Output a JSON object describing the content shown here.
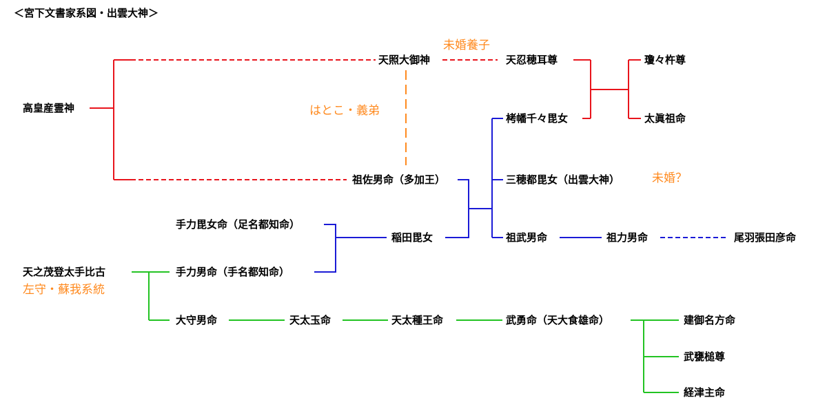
{
  "title": "＜宮下文書家系図・出雲大神＞",
  "nodes": {
    "takamimusuhi": "高皇産霊神",
    "amaterasu": "天照大御神",
    "oshihomimi": "天忍穂耳尊",
    "ninigi": "瓊々杵尊",
    "futomani": "太眞祖命",
    "yorozuhatachiji": "栲幡千々毘女",
    "sosao": "祖佐男命（多加王）",
    "mihotsu": "三穂都毘女（出雲大神）",
    "sotakeo": "祖武男命",
    "sochikarao": "祖力男命",
    "owarihari": "尾羽張田彦命",
    "tejikarahime": "手力毘女命（足名都知命）",
    "inadahime": "稲田毘女",
    "ameno_shigeri": "天之茂登太手比古",
    "tejikarao": "手力男命（手名都知命）",
    "ookamio": "大守男命",
    "amenofutotama": "天太玉命",
    "amefutotane": "天太種王命",
    "takeisao": "武勇命（天大食雄命）",
    "takeminakata": "建御名方命",
    "takemikazuchi": "武甕槌尊",
    "futsunushi": "経津主命"
  },
  "notes": {
    "mikon_yoshi": "未婚養子",
    "hatoko": "はとこ・義弟",
    "mikon": "未婚？",
    "samori": "左守・蘇我系統"
  },
  "colors": {
    "red_line": "#e8141c",
    "blue_line": "#1a1ad6",
    "green_line": "#22c322",
    "note_orange": "#ff8a1f"
  }
}
